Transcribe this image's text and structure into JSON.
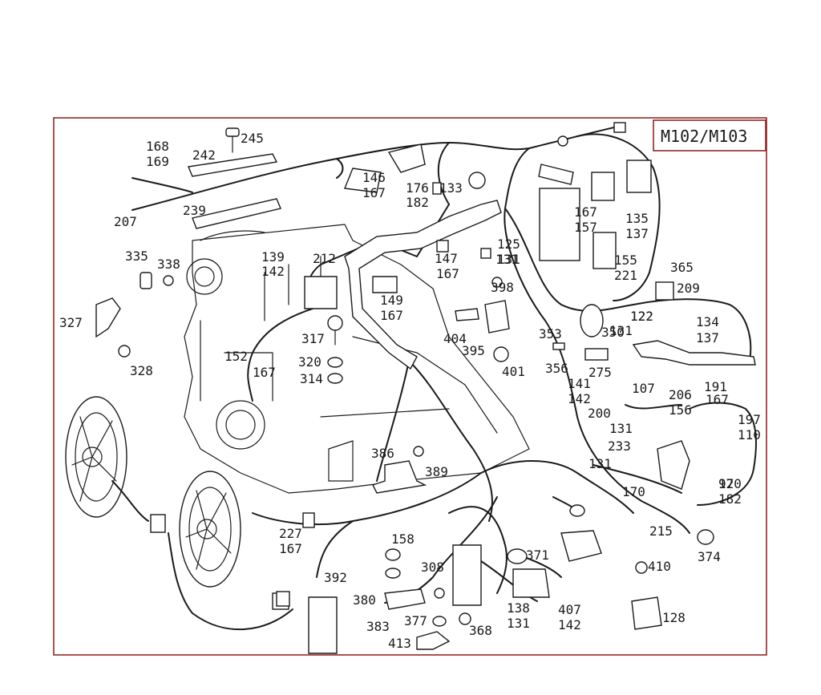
{
  "model_label": "M102/M103",
  "part_numbers": [
    "245",
    "168",
    "169",
    "242",
    "207",
    "239",
    "146",
    "167",
    "176",
    "182",
    "133",
    "125",
    "131",
    "147",
    "335",
    "338",
    "139",
    "142",
    "212",
    "149",
    "398",
    "327",
    "328",
    "317",
    "320",
    "314",
    "152",
    "404",
    "395",
    "401",
    "353",
    "356",
    "141",
    "275",
    "350",
    "122",
    "365",
    "209",
    "134",
    "137",
    "135",
    "157",
    "155",
    "221",
    "107",
    "200",
    "206",
    "156",
    "191",
    "197",
    "110",
    "233",
    "170",
    "92",
    "215",
    "374",
    "386",
    "389",
    "158",
    "227",
    "392",
    "380",
    "308",
    "371",
    "383",
    "377",
    "368",
    "413",
    "410",
    "128",
    "138",
    "407"
  ]
}
